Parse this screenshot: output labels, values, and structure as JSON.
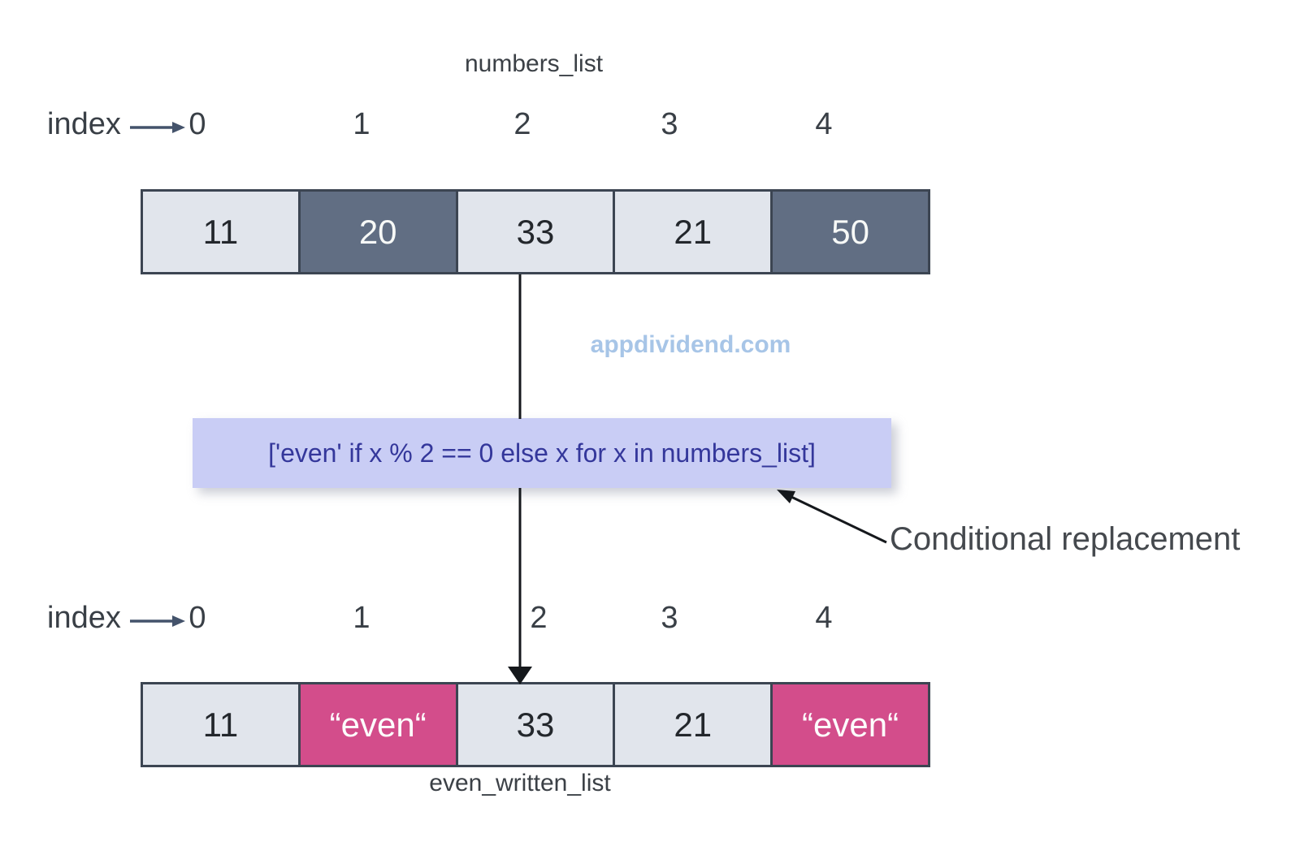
{
  "watermark": {
    "text": "appdividend.com",
    "color": "#a7c5e7"
  },
  "colors": {
    "background": "#ffffff",
    "light_cell": "#e1e5ec",
    "dark_cell": "#616e83",
    "pink_cell": "#d34d8b",
    "cell_border": "#3c4552",
    "code_box_bg": "#c9cdf5",
    "code_text": "#34379b",
    "label_text": "#393f46",
    "arrow_black": "#15181c",
    "index_arrow": "#44536b"
  },
  "top_array": {
    "title": "numbers_list",
    "index_label": "index",
    "indices": [
      "0",
      "1",
      "2",
      "3",
      "4"
    ],
    "cells": [
      {
        "value": "11",
        "variant": "light"
      },
      {
        "value": "20",
        "variant": "dark"
      },
      {
        "value": "33",
        "variant": "light"
      },
      {
        "value": "21",
        "variant": "light"
      },
      {
        "value": "50",
        "variant": "dark"
      }
    ]
  },
  "code_box": {
    "expression": "['even' if x % 2 == 0 else x for x in numbers_list]"
  },
  "annotation": {
    "label": "Conditional replacement"
  },
  "bottom_array": {
    "title": "even_written_list",
    "index_label": "index",
    "indices": [
      "0",
      "1",
      "2",
      "3",
      "4"
    ],
    "cells": [
      {
        "value": "11",
        "variant": "light"
      },
      {
        "value": "“even“",
        "variant": "pink"
      },
      {
        "value": "33",
        "variant": "light"
      },
      {
        "value": "21",
        "variant": "light"
      },
      {
        "value": "“even“",
        "variant": "pink"
      }
    ]
  }
}
